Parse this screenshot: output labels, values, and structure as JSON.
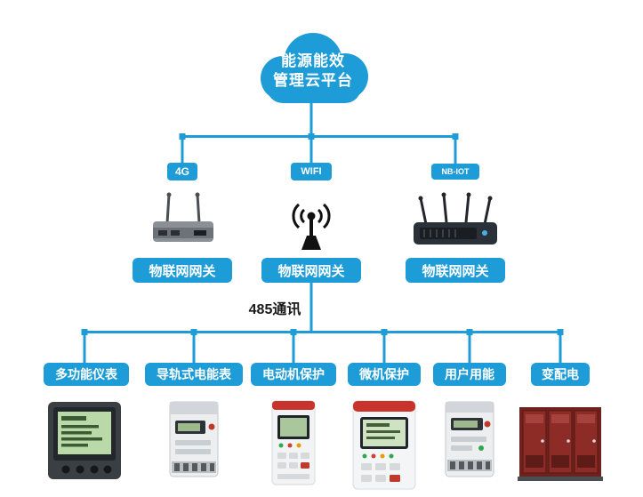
{
  "colors": {
    "accent": "#1e9cd8"
  },
  "cloud": {
    "line1": "能源能效",
    "line2": "管理云平台"
  },
  "gateways": [
    {
      "badge": "4G",
      "label": "物联网网关"
    },
    {
      "badge": "WIFI",
      "label": "物联网网关"
    },
    {
      "badge": "NB-IOT",
      "label": "物联网网关"
    }
  ],
  "bus": {
    "label": "485通讯"
  },
  "devices": [
    {
      "label": "多功能仪表"
    },
    {
      "label": "导轨式电能表"
    },
    {
      "label": "电动机保护"
    },
    {
      "label": "微机保护"
    },
    {
      "label": "用户用能"
    },
    {
      "label": "变配电"
    }
  ]
}
